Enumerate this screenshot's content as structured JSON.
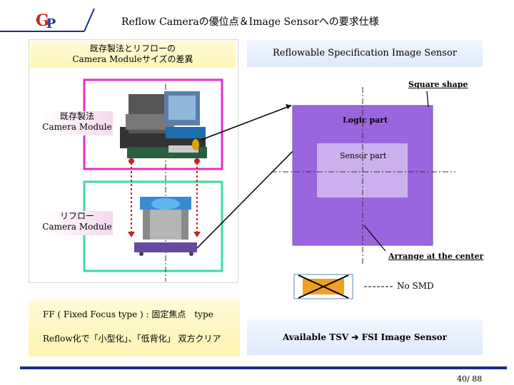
{
  "header": {
    "logo_g": "G",
    "logo_p": "P",
    "title": "Reflow Cameraの優位点＆Image Sensorへの要求仕様"
  },
  "left_panel": {
    "header_line1": "既存製法とリフローの",
    "header_line2": "Camera Moduleサイズの差異",
    "existing_label_line1": "既存製法",
    "existing_label_line2": "Camera Module",
    "reflow_label_line1": "リフロー",
    "reflow_label_line2": "Camera Module"
  },
  "right_panel": {
    "header": "Reflowable Specification Image Sensor",
    "square_shape": "Square shape",
    "logic_part": "Logic part",
    "sensor_part": "Sensor part",
    "arrange_center": "Arrange at the center",
    "no_smd": "No SMD"
  },
  "bottom": {
    "ff_line": "FF ( Fixed Focus type ) : 固定焦点　type",
    "reflow_line": "Reflow化で「小型化」、「低背化」 双方クリア",
    "tsv_prefix": "Available TSV ",
    "tsv_arrow": "➔",
    "tsv_suffix": " FSI Image Sensor"
  },
  "footer": {
    "page": "40/ 88"
  },
  "colors": {
    "magenta_frame": "#e030c8",
    "green_frame": "#40d8a8",
    "logic_purple": "#9966dd",
    "sensor_lilac": "#cbb0ee",
    "footer_blue": "#1a2f8a"
  }
}
